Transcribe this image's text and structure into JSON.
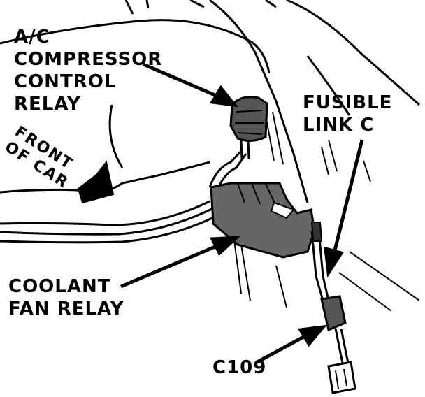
{
  "labels": {
    "ac_relay": [
      "A/C",
      "COMPRESSOR",
      "CONTROL",
      "RELAY"
    ],
    "front_of_car": [
      "FRONT",
      "OF CAR"
    ],
    "fusible_link": [
      "FUSIBLE",
      "LINK C"
    ],
    "coolant_fan_relay": [
      "COOLANT",
      "FAN RELAY"
    ],
    "connector": "C109"
  },
  "colors": {
    "ink": "#000000",
    "paper": "#ffffff"
  }
}
